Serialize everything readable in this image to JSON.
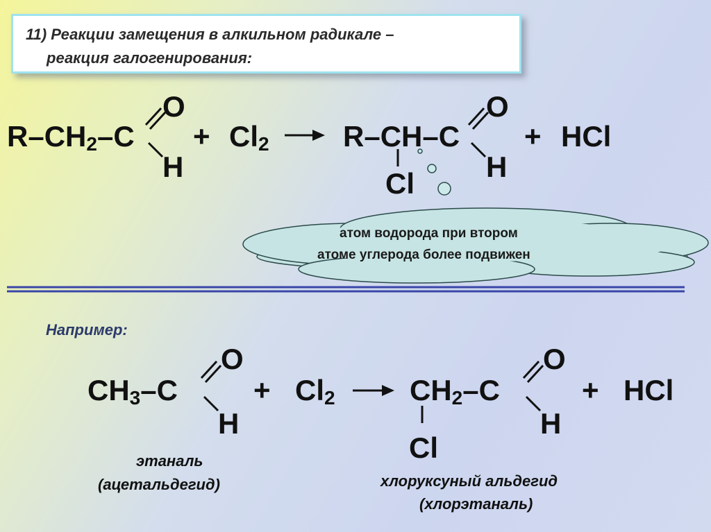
{
  "title": {
    "line1": "11) Реакции  замещения в алкильном радикале –",
    "line2": "реакция галогенирования:"
  },
  "reaction1": {
    "r": "R",
    "dash": "–",
    "ch": "CH",
    "sub2": "2",
    "c": "C",
    "o": "O",
    "h": "H",
    "plus": "+",
    "cl": "Cl",
    "prod_ch": "CH",
    "prod_cl": "Cl",
    "hcl": "HCl"
  },
  "note": {
    "line1": "атом водорода при втором",
    "line2": "атоме углерода более подвижен"
  },
  "example_label": "Например:",
  "reaction2": {
    "ch3": "CH",
    "sub3": "3",
    "sub2": "2",
    "dash": "–",
    "c": "C",
    "o": "O",
    "h": "H",
    "plus": "+",
    "cl": "Cl",
    "ch2": "CH",
    "prod_cl": "Cl",
    "hcl": "HCl"
  },
  "names": {
    "reactant_line1": "этаналь",
    "reactant_line2": "(ацетальдегид)",
    "product_line1": "хлоруксуный альдегид",
    "product_line2": "(хлорэтаналь)"
  }
}
